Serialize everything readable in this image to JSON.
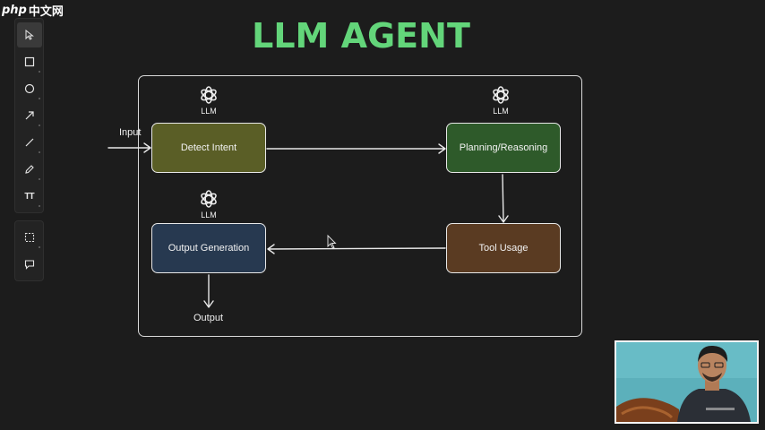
{
  "watermark": {
    "php": "php",
    "cn": "中文网"
  },
  "toolbar": {
    "tools": [
      {
        "name": "select-tool",
        "icon": "cursor-icon",
        "active": true
      },
      {
        "name": "rectangle-tool",
        "icon": "square-icon"
      },
      {
        "name": "ellipse-tool",
        "icon": "circle-icon"
      },
      {
        "name": "arrow-tool",
        "icon": "arrow-icon"
      },
      {
        "name": "line-tool",
        "icon": "line-icon"
      },
      {
        "name": "draw-tool",
        "icon": "pencil-icon"
      },
      {
        "name": "text-tool",
        "icon": "text-icon",
        "label": "TT"
      }
    ],
    "extra_tools": [
      {
        "name": "frame-tool",
        "icon": "dashed-square-icon"
      },
      {
        "name": "comment-tool",
        "icon": "speech-bubble-icon"
      }
    ]
  },
  "diagram": {
    "title": "LLM AGENT",
    "nodes": {
      "detect": "Detect Intent",
      "planning": "Planning/Reasoning",
      "tool": "Tool Usage",
      "output": "Output Generation"
    },
    "llm_badges": [
      "LLM",
      "LLM",
      "LLM"
    ],
    "input_label": "Input",
    "output_label": "Output"
  },
  "colors": {
    "title": "#63d57a",
    "detect": "#5a5e26",
    "planning": "#2e5a2a",
    "tool": "#5a3b22",
    "output": "#273950"
  }
}
